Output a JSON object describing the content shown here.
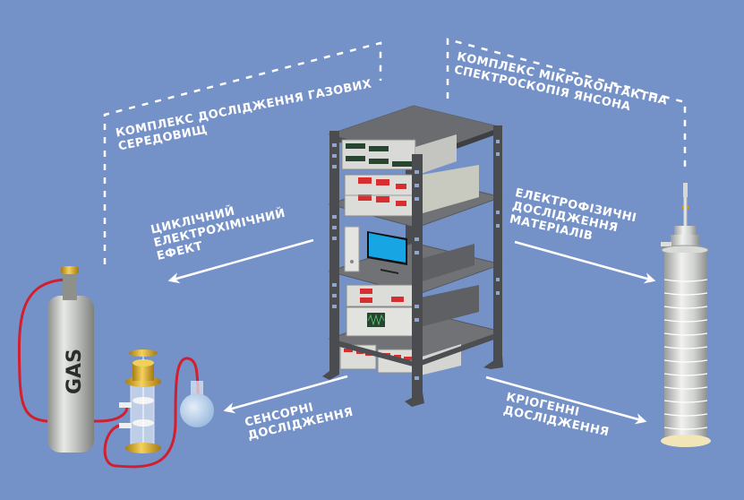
{
  "diagram": {
    "background_color": "#7592c8",
    "center": {
      "name": "Instrument rack",
      "type": "rack"
    },
    "groups": [
      {
        "id": "gas",
        "lines": [
          "Комплекс дослідження газових",
          "середовищ"
        ]
      },
      {
        "id": "jans",
        "lines": [
          "Комплекс мікроконтактна",
          "спектроскопія Янсона"
        ]
      }
    ],
    "arrows": [
      {
        "id": "cyc",
        "direction": "left",
        "lines": [
          "Циклічний",
          "електрохімічний",
          "ефект"
        ]
      },
      {
        "id": "el",
        "direction": "right",
        "lines": [
          "Електрофізичні",
          "дослідження",
          "матеріалів"
        ]
      },
      {
        "id": "sens",
        "direction": "left",
        "lines": [
          "Сенсорні",
          "дослідження"
        ]
      },
      {
        "id": "cryo",
        "direction": "right",
        "lines": [
          "Кріогенні",
          "дослідження"
        ]
      }
    ],
    "devices": {
      "gas_cylinder_label": "GAS",
      "colors": {
        "tube": "#d11f2e",
        "brass": "#d7a92a",
        "screen": "#17a6e3",
        "steel": "#c9ccc9"
      }
    }
  }
}
